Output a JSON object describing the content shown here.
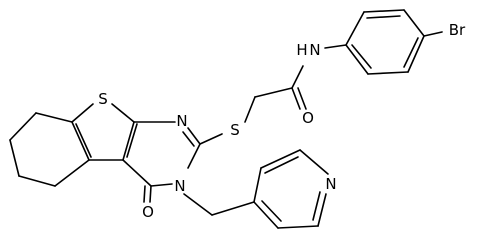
{
  "molecule": {
    "atoms": {
      "S_thiophene": "S",
      "N_ring_top": "N",
      "N_ring_bottom": "N",
      "S_thioether": "S",
      "O_carbonyl_ring": "O",
      "O_amide": "O",
      "N_amide": "N",
      "H_amide": "H",
      "Br": "Br",
      "N_pyridine": "N"
    }
  }
}
